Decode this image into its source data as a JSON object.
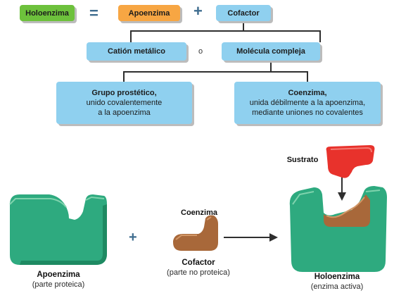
{
  "equation": {
    "holoenzima": "Holoenzima",
    "equals": "=",
    "apoenzima": "Apoenzima",
    "plus": "+",
    "cofactor": "Cofactor"
  },
  "cofactor_types": {
    "cation": "Catión metálico",
    "or": "o",
    "molecule": "Molécula compleja"
  },
  "molecule_types": {
    "prosthetic": {
      "title": "Grupo prostético,",
      "line1": "unido covalentemente",
      "line2": "a la apoenzima"
    },
    "coenzyme": {
      "title": "Coenzima,",
      "line1": "unida débilmente a la apoenzima,",
      "line2": "mediante uniones no covalentes"
    }
  },
  "illustration": {
    "apoenzyme_title": "Apoenzima",
    "apoenzyme_sub": "(parte proteica)",
    "plus": "+",
    "coenzyme_label": "Coenzima",
    "cofactor_title": "Cofactor",
    "cofactor_sub": "(parte no proteica)",
    "substrate": "Sustrato",
    "holoenzyme_title": "Holoenzima",
    "holoenzyme_sub": "(enzima activa)"
  },
  "colors": {
    "holoenzyme_box": "#6dc13c",
    "apoenzyme_box": "#f7a643",
    "cofactor_box": "#8fd0ef",
    "protein": "#2eaa7f",
    "cofactor_shape": "#a8683a",
    "substrate_shape": "#e8322c",
    "connector": "#2f2f2f"
  }
}
